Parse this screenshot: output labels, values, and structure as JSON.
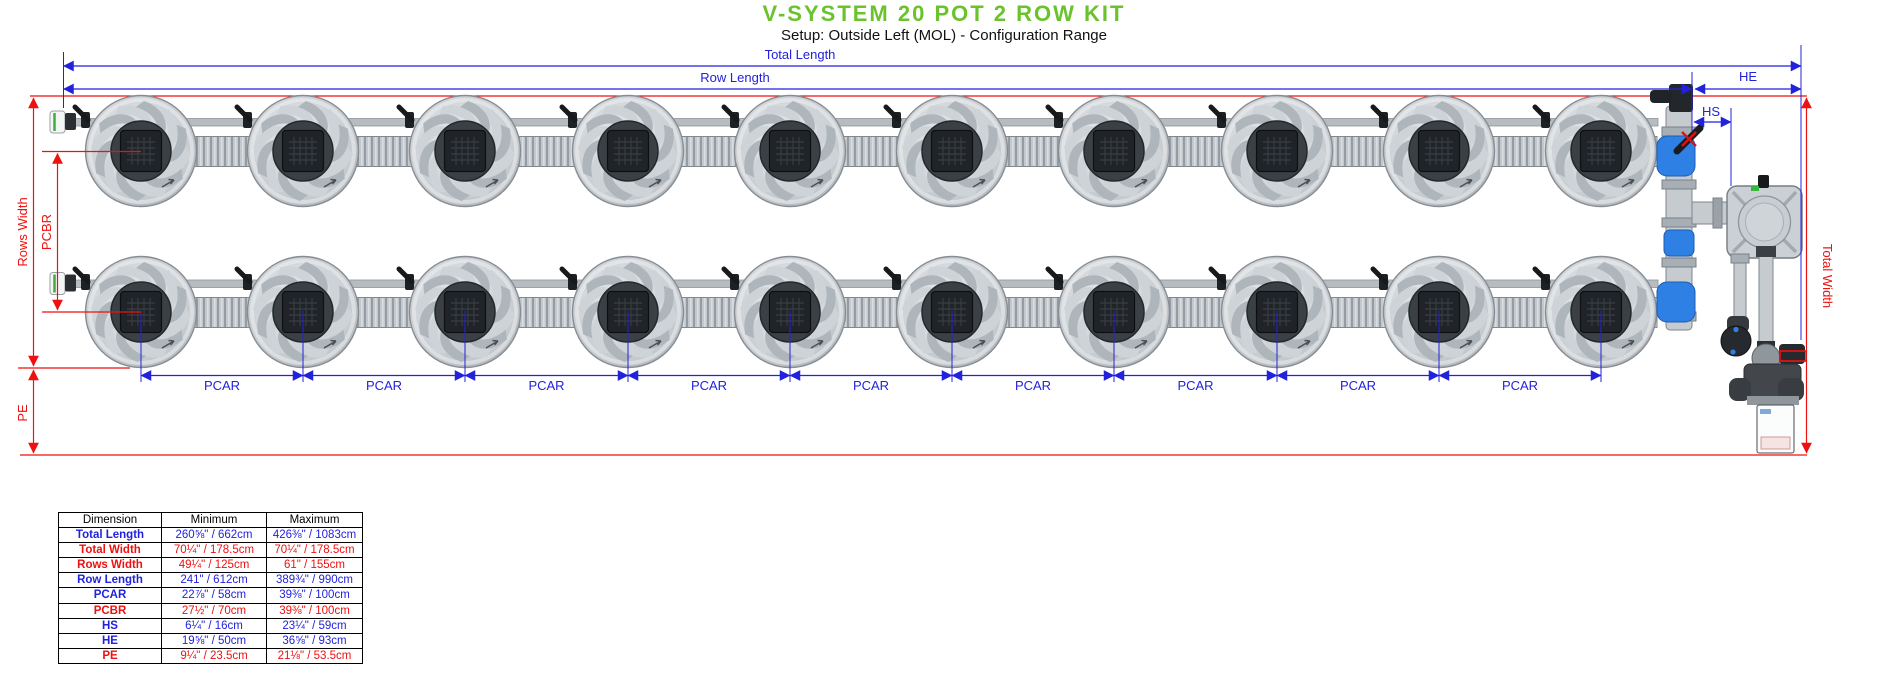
{
  "header": {
    "title": "V-SYSTEM 20 POT 2 ROW KIT",
    "subtitle": "Setup: Outside Left (MOL) - Configuration Range"
  },
  "diagram": {
    "labels": {
      "total_length": "Total Length",
      "row_length": "Row Length",
      "he": "HE",
      "hs": "HS",
      "pcar": "PCAR",
      "pcbr": "PCBR",
      "rows_width": "Rows Width",
      "pe": "PE",
      "total_width": "Total Width"
    },
    "colors": {
      "dimension_blue": "#2222dd",
      "dimension_red": "#ee1111",
      "title_green": "#6ac32c",
      "pipe_blue": "#2f80e4"
    },
    "pots": {
      "rows": 2,
      "pots_per_row": 10,
      "pcar_segments": 9
    }
  },
  "table": {
    "headers": [
      "Dimension",
      "Minimum",
      "Maximum"
    ],
    "rows": [
      {
        "dimension": "Total Length",
        "min": "260⅝\" / 662cm",
        "max": "426⅜\" / 1083cm",
        "color": "blue"
      },
      {
        "dimension": "Total Width",
        "min": "70¼\" / 178.5cm",
        "max": "70¼\" / 178.5cm",
        "color": "red"
      },
      {
        "dimension": "Rows Width",
        "min": "49¼\" / 125cm",
        "max": "61\" / 155cm",
        "color": "red"
      },
      {
        "dimension": "Row Length",
        "min": "241\" / 612cm",
        "max": "389¾\" / 990cm",
        "color": "blue"
      },
      {
        "dimension": "PCAR",
        "min": "22⅞\" / 58cm",
        "max": "39⅜\" / 100cm",
        "color": "blue"
      },
      {
        "dimension": "PCBR",
        "min": "27½\" / 70cm",
        "max": "39⅜\" / 100cm",
        "color": "red"
      },
      {
        "dimension": "HS",
        "min": "6¼\" / 16cm",
        "max": "23¼\" / 59cm",
        "color": "blue"
      },
      {
        "dimension": "HE",
        "min": "19⅝\" / 50cm",
        "max": "36⅝\" / 93cm",
        "color": "blue"
      },
      {
        "dimension": "PE",
        "min": "9¼\" / 23.5cm",
        "max": "21⅛\" / 53.5cm",
        "color": "red"
      }
    ]
  }
}
